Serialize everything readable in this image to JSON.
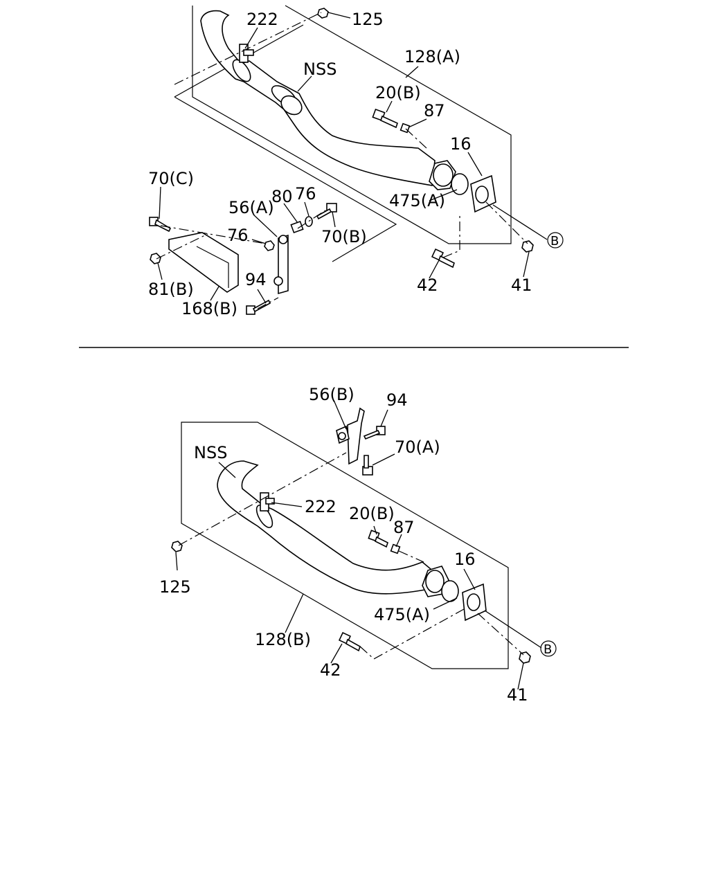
{
  "diagram": {
    "upper": {
      "labels": {
        "p222": "222",
        "p125": "125",
        "nss": "NSS",
        "p128a": "128(A)",
        "p20b": "20(B)",
        "p87": "87",
        "p16": "16",
        "p70c": "70(C)",
        "p56a": "56(A)",
        "p80": "80",
        "p76a": "76",
        "p76b": "76",
        "p70b": "70(B)",
        "p475a": "475(A)",
        "pB": "B",
        "p81b": "81(B)",
        "p94": "94",
        "p168b": "168(B)",
        "p42": "42",
        "p41": "41"
      }
    },
    "lower": {
      "labels": {
        "p56b": "56(B)",
        "p94": "94",
        "p70a": "70(A)",
        "nss": "NSS",
        "p222": "222",
        "p20b": "20(B)",
        "p87": "87",
        "p16": "16",
        "p125": "125",
        "p475a": "475(A)",
        "p128b": "128(B)",
        "pB": "B",
        "p42": "42",
        "p41": "41"
      }
    }
  }
}
